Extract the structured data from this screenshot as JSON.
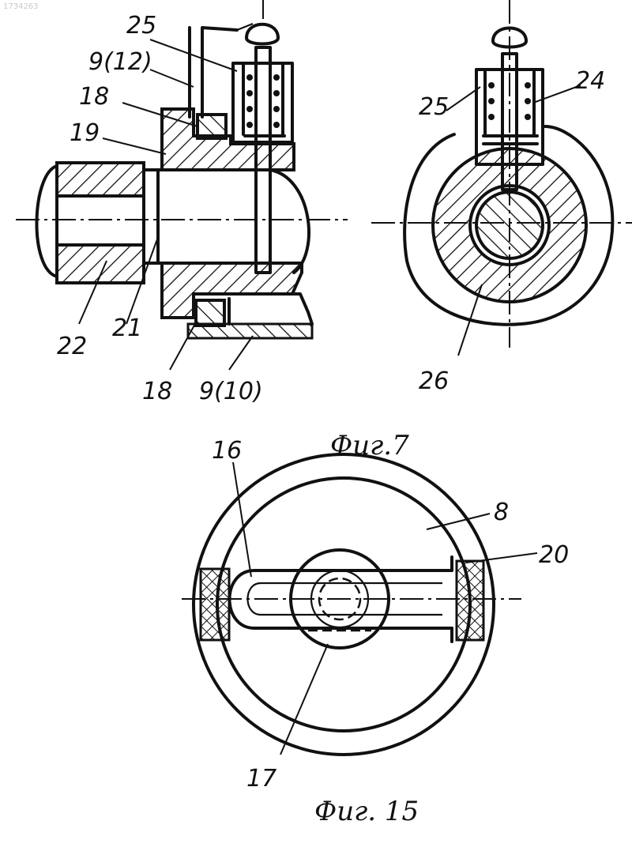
{
  "watermark": "1734263",
  "figures": [
    {
      "caption": "Фиг.7",
      "labels": {
        "l25_left": "25",
        "l9_12": "9(12)",
        "l18_top": "18",
        "l19": "19",
        "l22": "22",
        "l21": "21",
        "l18_bottom": "18",
        "l9_10": "9(10)",
        "l25_right": "25",
        "l24": "24",
        "l26": "26"
      }
    },
    {
      "caption": "Фиг. 15",
      "labels": {
        "l16": "16",
        "l8": "8",
        "l20": "20",
        "l17": "17"
      }
    }
  ],
  "colors": {
    "ink": "#111111",
    "paper": "#ffffff"
  }
}
